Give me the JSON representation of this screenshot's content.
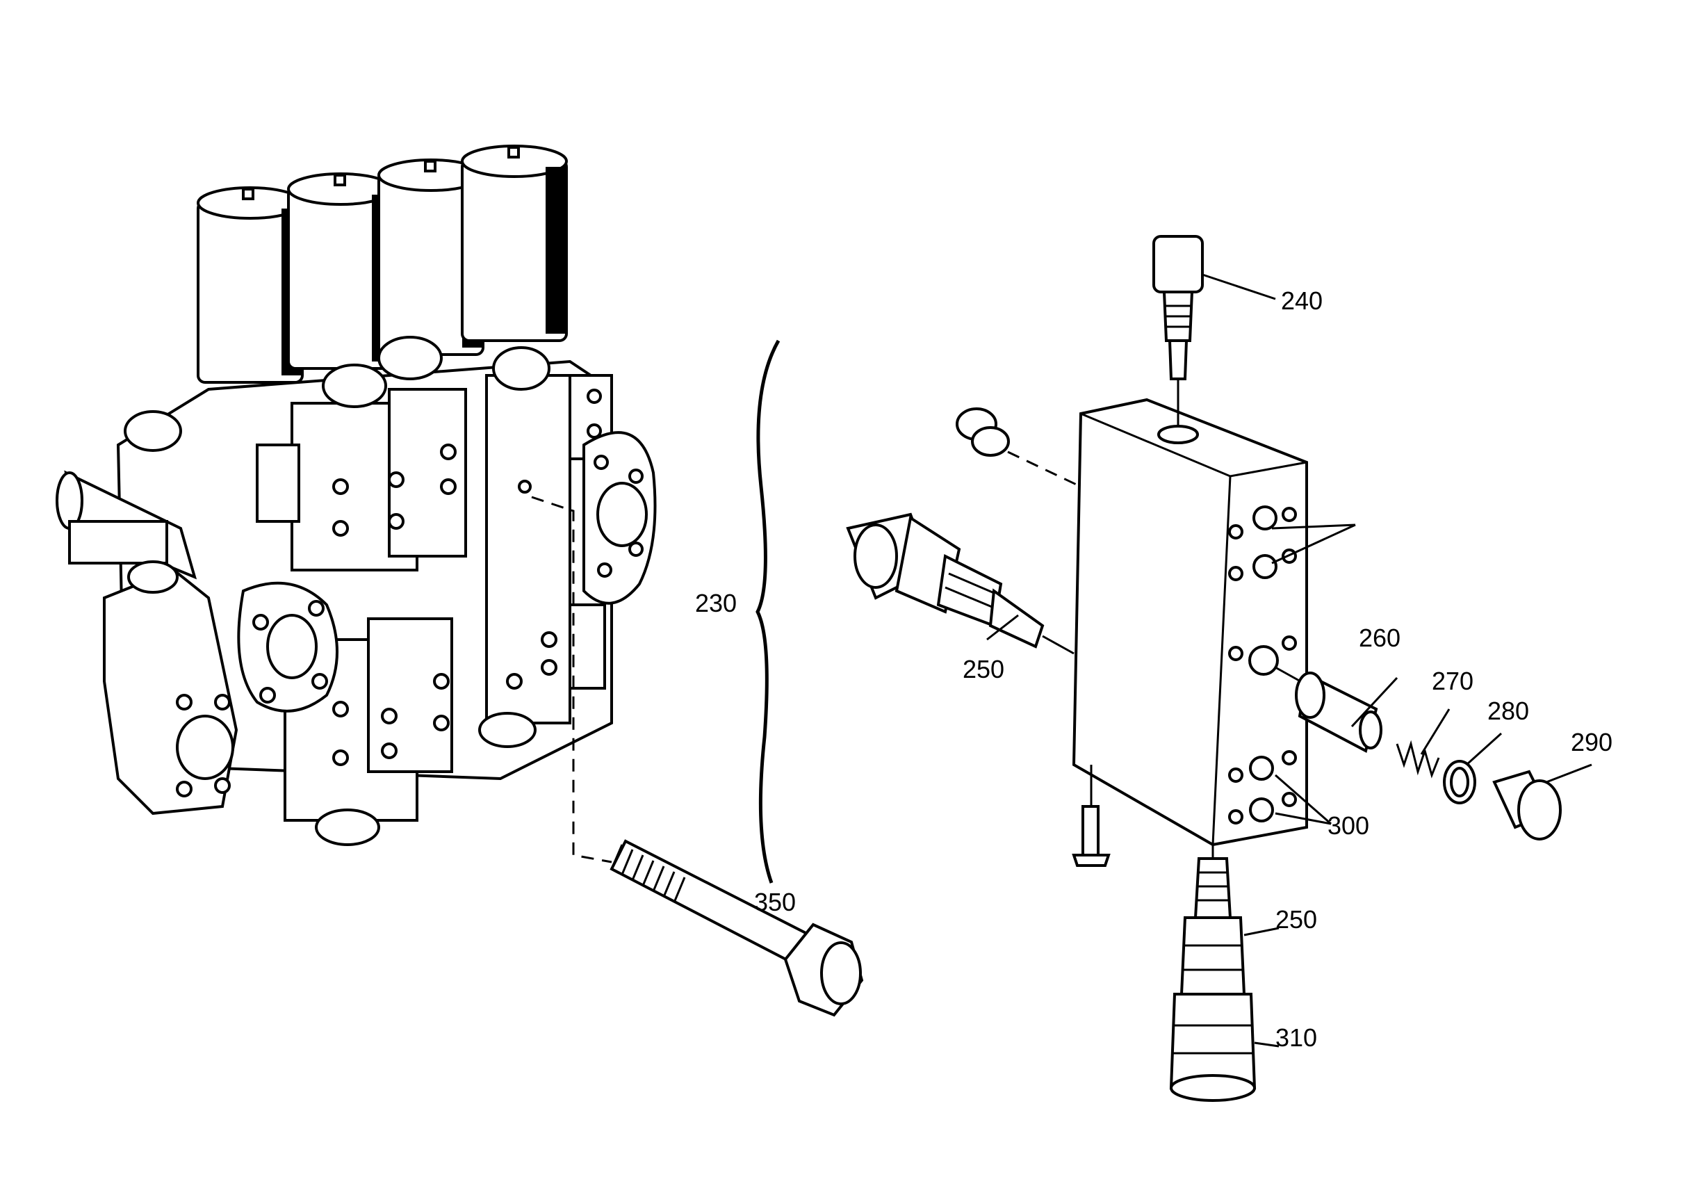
{
  "diagram": {
    "callouts": [
      {
        "id": "c230",
        "label": "230"
      },
      {
        "id": "c240",
        "label": "240"
      },
      {
        "id": "c250a",
        "label": "250"
      },
      {
        "id": "c250b",
        "label": "250"
      },
      {
        "id": "c260",
        "label": "260"
      },
      {
        "id": "c270",
        "label": "270"
      },
      {
        "id": "c280",
        "label": "280"
      },
      {
        "id": "c290",
        "label": "290"
      },
      {
        "id": "c300",
        "label": "300"
      },
      {
        "id": "c310",
        "label": "310"
      },
      {
        "id": "c350",
        "label": "350"
      }
    ]
  }
}
